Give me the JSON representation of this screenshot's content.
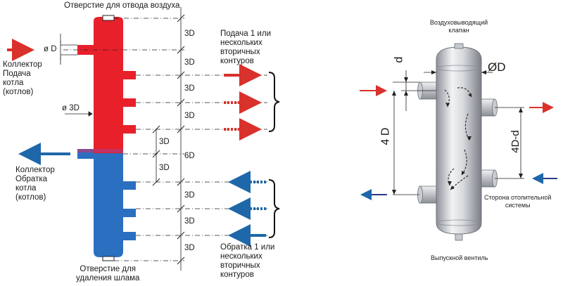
{
  "left": {
    "top_label": "Отверстие для отвода воздуха",
    "bottom_label_1": "Отверстие для",
    "bottom_label_2": "удаления шлама",
    "supply_boiler": [
      "Коллектор",
      "Подача",
      "котла",
      "(котлов)"
    ],
    "return_boiler": [
      "Коллектор",
      "Обратка",
      "котла",
      "(котлов)"
    ],
    "supply_secondary": [
      "Подача 1 или",
      "нескольких",
      "вторичных",
      "контуров"
    ],
    "return_secondary": [
      "Обратка 1 или",
      "нескольких",
      "вторичных",
      "контуров"
    ],
    "pipe_diameter": "ø D",
    "body_diameter": "ø 3D",
    "dims_right": [
      "3D",
      "3D",
      "3D",
      "3D",
      "6D",
      "3D",
      "3D",
      "3D"
    ],
    "dims_middle": [
      "3D",
      "3D"
    ],
    "colors": {
      "supply": "#e8202a",
      "return": "#2a6fc0",
      "arrow_red": "#d9312b",
      "arrow_blue": "#1e67a8"
    }
  },
  "right": {
    "top_label": [
      "Воздуховыводящий",
      "клапан"
    ],
    "bottom_label": "Выпускной вентиль",
    "side_label": [
      "Сторона отопительной",
      "системы"
    ],
    "dim_d": "d",
    "dim_phiD": "ØD",
    "dim_4D": "4 D",
    "dim_4Dd": "4D-d"
  }
}
